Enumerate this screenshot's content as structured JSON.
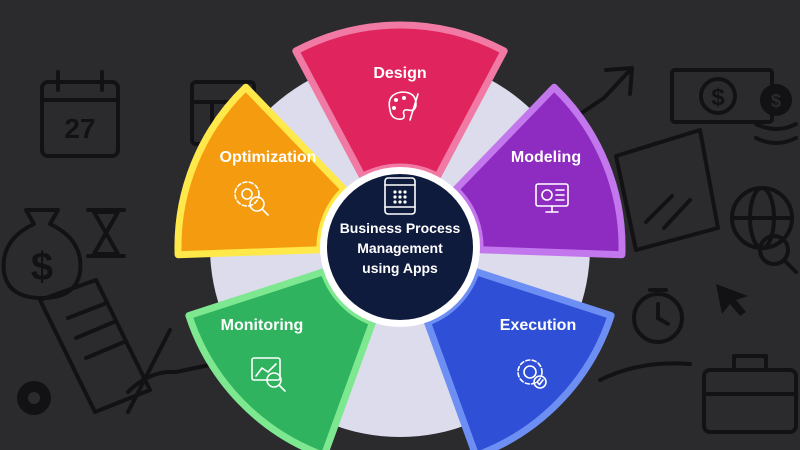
{
  "diagram": {
    "center": {
      "lines": [
        "Business Process",
        "Management",
        "using Apps"
      ],
      "icon": "mobile-app-icon"
    },
    "segments": [
      {
        "id": "design",
        "label": "Design",
        "color": "#e0245e",
        "border": "#f07aa3",
        "icon": "palette-icon"
      },
      {
        "id": "modeling",
        "label": "Modeling",
        "color": "#8e2cc2",
        "border": "#c377ec",
        "icon": "monitor-gear-icon"
      },
      {
        "id": "execution",
        "label": "Execution",
        "color": "#2f4fd6",
        "border": "#6d8ff4",
        "icon": "gear-check-icon"
      },
      {
        "id": "monitoring",
        "label": "Monitoring",
        "color": "#2fb35f",
        "border": "#7ee890",
        "icon": "chart-magnifier-icon"
      },
      {
        "id": "optimization",
        "label": "Optimization",
        "color": "#f59b0f",
        "border": "#ffe94a",
        "icon": "gear-magnifier-icon"
      }
    ],
    "background": {
      "calendar_day": "27",
      "colors": {
        "background": "#2b2b2e",
        "icons": "#121214",
        "ring": "#dcdcec"
      }
    }
  }
}
